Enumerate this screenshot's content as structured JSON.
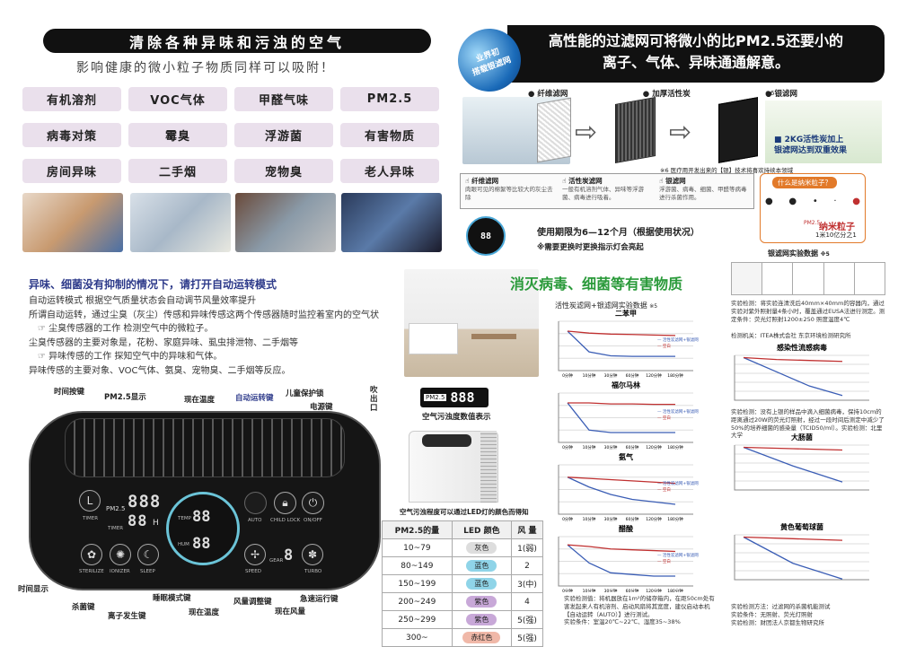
{
  "left": {
    "title": "清除各种异味和污浊的空气",
    "subtitle": "影响健康的微小粒子物质同样可以吸附！",
    "tags": [
      "有机溶剂",
      "VOC气体",
      "甲醛气味",
      "PM2.5",
      "病毒对策",
      "霉臭",
      "浮游菌",
      "有害物质",
      "房间异味",
      "二手烟",
      "宠物臭",
      "老人异味"
    ],
    "auto_title": "异味、细菌没有抑制的情况下，请打开自动运转模式",
    "auto_lines": [
      "自动运转模式 根据空气质量状态会自动调节风量效率提升",
      "所谓自动运转，通过尘臭（灰尘）传感和异味传感这两个传感器随时监控着室内的空气状",
      "尘臭传感器的工作 检测空气中的微粒子。",
      "尘臭传感器的主要对象是，花粉、家庭异味、虱虫排泄物、二手烟等",
      "异味传感的工作 探知空气中的异味和气体。",
      "异味传感的主要对象、VOC气体、氨臭、宠物臭、二手烟等反应。"
    ]
  },
  "panel": {
    "top_labels": {
      "timer_btn": "时间按键",
      "pm_display": "PM2.5显示",
      "temp": "现在温度",
      "auto_btn": "自动运转键",
      "child_lock": "儿童保护锁",
      "power": "电源键",
      "outlet": "吹出口"
    },
    "bottom_labels": {
      "time_display": "时间显示",
      "sterilize": "杀菌键",
      "ion": "离子发生键",
      "sleep": "睡眠模式键",
      "temp_now": "现在温度",
      "fan": "风量调整键",
      "airflow": "现在风量",
      "turbo": "急速运行键"
    },
    "screen": {
      "timer": "TIMER",
      "timer2": "TIMER",
      "pm": "PM2.5",
      "h": "H",
      "temp": "TEMP",
      "hum": "HUM",
      "deg": "88",
      "pct": "88",
      "gear": "GEAR",
      "gear_val": "8",
      "auto": "AUTO",
      "child": "CHILD LOCK",
      "onoff": "ON/OFF",
      "steril": "STERILIZE",
      "ionizer": "IONIZER",
      "sleep": "SLEEP",
      "speed": "SPEED",
      "turbo": "TURBO"
    }
  },
  "filter": {
    "title1": "高性能的过滤网可将微小的比PM2.5还要小的",
    "title2": "离子、气体、异味通通解意。",
    "globe": "业界初\n搭载银滤网",
    "steps": [
      "纤维滤网",
      "加厚活性炭",
      "银滤网"
    ],
    "n6": "※6",
    "sample1": "2KG活性炭加上",
    "sample2": "银滤网达到双重效果",
    "note6": "※6  医疗用开发出来的【银】技术将喜欢持续本领域",
    "info": [
      {
        "t": "纤维滤网",
        "d": "肉眼可见的棉絮等比较大的灰尘去除"
      },
      {
        "t": "活性炭滤网",
        "d": "一般有机溶剂气体、异味等浮游菌、病毒进行吸着。"
      },
      {
        "t": "银滤网",
        "d": "浮游菌、病毒、细菌、甲醛等病毒进行杀菌作用。"
      }
    ],
    "nano_title": "什么是纳米粒子？",
    "nano_label": "纳米粒子",
    "nano_sub": "1米10亿分之1",
    "pm_small": "PM2.5",
    "life1": "使用期限为6—12个月（根据使用状况）",
    "life2": "※需要更换时更换指示灯会亮起",
    "kill": "消灭病毒、细菌等有害物质",
    "lab": "活性炭滤网+银滤网实验数据",
    "lab_mark": "※5",
    "silver_title": "银滤网实验数据",
    "silver_mark": "※5"
  },
  "pm_display": {
    "label": "PM2.5",
    "digits": "888",
    "caption": "空气污浊度数值表示",
    "led_caption": "空气污浊程度可以通过LED灯的颜色而得知"
  },
  "led_table": {
    "headers": [
      "PM2.5的量",
      "LED 颜色",
      "风 量"
    ],
    "rows": [
      [
        "10~79",
        "灰色",
        "1(弱)"
      ],
      [
        "80~149",
        "蓝色",
        "2"
      ],
      [
        "150~199",
        "蓝色",
        "3(中)"
      ],
      [
        "200~249",
        "紫色",
        "4"
      ],
      [
        "250~299",
        "紫色",
        "5(强)"
      ],
      [
        "300~",
        "赤红色",
        "5(强)"
      ]
    ]
  },
  "charts": [
    {
      "title": "二苯甲",
      "legend": [
        "活性炭滤网+银滤网",
        "空白"
      ],
      "x": [
        "0分钟",
        "10分钟",
        "30分钟",
        "60分钟",
        "120分钟",
        "180分钟"
      ],
      "series": [
        {
          "name": "活性炭滤网+银滤网",
          "color": "#3a5db5",
          "values": [
            200,
            95,
            75,
            72,
            72,
            72
          ]
        },
        {
          "name": "空白",
          "color": "#c03030",
          "values": [
            200,
            190,
            185,
            183,
            180,
            178
          ]
        }
      ],
      "ylim": [
        0,
        250
      ]
    },
    {
      "title": "福尔马林",
      "legend": [
        "活性炭滤网+银滤网",
        "空白"
      ],
      "x": [
        "0分钟",
        "10分钟",
        "30分钟",
        "60分钟",
        "120分钟",
        "180分钟"
      ],
      "series": [
        {
          "name": "活性炭滤网+银滤网",
          "color": "#3a5db5",
          "values": [
            80,
            25,
            20,
            20,
            20,
            20
          ]
        },
        {
          "name": "空白",
          "color": "#c03030",
          "values": [
            80,
            80,
            78,
            78,
            77,
            77
          ]
        }
      ],
      "ylim": [
        0,
        100
      ]
    },
    {
      "title": "氨气",
      "legend": [
        "活性炭滤网+银滤网",
        "空白"
      ],
      "x": [
        "0分钟",
        "10分钟",
        "30分钟",
        "60分钟",
        "120分钟",
        "180分钟"
      ],
      "series": [
        {
          "name": "活性炭滤网+银滤网",
          "color": "#3a5db5",
          "values": [
            30,
            22,
            16,
            12,
            10,
            8
          ]
        },
        {
          "name": "空白",
          "color": "#c03030",
          "values": [
            30,
            29,
            28,
            27,
            26,
            25
          ]
        }
      ],
      "ylim": [
        0,
        40
      ]
    },
    {
      "title": "醋酸",
      "legend": [
        "活性炭滤网+银滤网",
        "空白"
      ],
      "x": [
        "0分钟",
        "10分钟",
        "30分钟",
        "60分钟",
        "120分钟",
        "180分钟"
      ],
      "series": [
        {
          "name": "活性炭滤网+银滤网",
          "color": "#3a5db5",
          "values": [
            50,
            28,
            16,
            14,
            12,
            12
          ]
        },
        {
          "name": "空白",
          "color": "#c03030",
          "values": [
            50,
            48,
            45,
            44,
            43,
            42
          ]
        }
      ],
      "ylim": [
        0,
        60
      ]
    }
  ],
  "lab_note": "实验检测值：将机器放在1m²的储存箱内，在距50cm处有害发起来人有机溶剂、启动风扇将其宽度，建仪启动本机【自动运转（AUTO）】进行测试。",
  "lab_env": "实验条件：室温20℃~22℃、湿度35~38%",
  "rcharts": [
    {
      "title": "感染性流感病毒",
      "series": [
        {
          "color": "#3a5db5",
          "values": [
            4.5,
            3,
            1.5,
            0.5
          ]
        },
        {
          "color": "#c03030",
          "values": [
            4.5,
            4.3,
            4.2,
            4.1
          ]
        }
      ]
    },
    {
      "title": "大肠菌",
      "series": [
        {
          "color": "#3a5db5",
          "values": [
            1600000,
            900000,
            300000
          ]
        },
        {
          "color": "#c03030",
          "values": [
            1600000,
            1550000,
            1500000
          ]
        }
      ]
    },
    {
      "title": "黄色葡萄球菌",
      "series": [
        {
          "color": "#3a5db5",
          "values": [
            130000,
            50000,
            2000
          ]
        },
        {
          "color": "#c03030",
          "values": [
            130000,
            125000,
            120000
          ]
        }
      ]
    }
  ],
  "rnotes": [
    "实验检测：将实验连清洗后40mm×40mm的容器内，通过实验对紫外照射量4条小时，覆盖通过EUSA法进行测定。测定条件：荧光灯照射1200±250 照度温度4℃",
    "检测机关：ITEA株式会社 东京环境检测研究所",
    "实验检测：没有上银的样品中滴入细菌病毒，保持10cm的距离通过20W的荧光灯照射，经过一段时间后测定中减少了50%的培养细菌的感染量（TCID50/ml）。实验检测：北里大学",
    "实验检测方法：过滤网的杀菌机能测试",
    "实验条件：无照射、荧光灯照射",
    "实验检测：财团法人京都生物研究所"
  ]
}
